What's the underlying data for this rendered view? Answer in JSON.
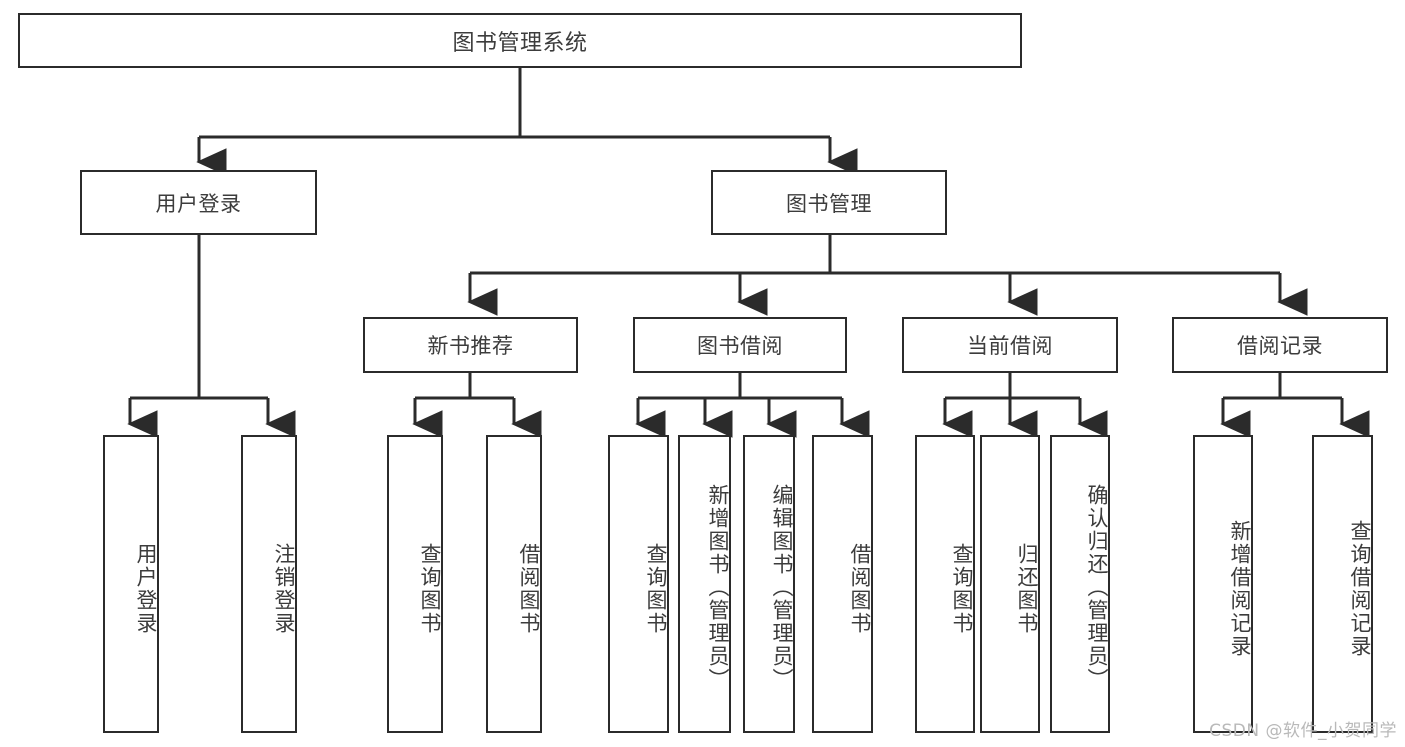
{
  "diagram": {
    "title": "图书管理系统",
    "type": "tree-hierarchy-chart",
    "line_color": "#2b2b2b",
    "box_fill": "#ffffff",
    "text_color": "#3c3c3c"
  },
  "root": {
    "label": "图书管理系统"
  },
  "level2": [
    {
      "label": "用户登录"
    },
    {
      "label": "图书管理"
    }
  ],
  "level3": [
    {
      "label": "新书推荐"
    },
    {
      "label": "图书借阅"
    },
    {
      "label": "当前借阅"
    },
    {
      "label": "借阅记录"
    }
  ],
  "leaves": {
    "user_login": [
      {
        "label": "用户登录"
      },
      {
        "label": "注销登录"
      }
    ],
    "new_book_recommend": [
      {
        "label": "查询图书"
      },
      {
        "label": "借阅图书"
      }
    ],
    "book_borrow": [
      {
        "label": "查询图书"
      },
      {
        "label": "新增图书（管理员）"
      },
      {
        "label": "编辑图书（管理员）"
      },
      {
        "label": "借阅图书"
      }
    ],
    "current_borrow": [
      {
        "label": "查询图书"
      },
      {
        "label": "归还图书"
      },
      {
        "label": "确认归还（管理员）"
      }
    ],
    "borrow_record": [
      {
        "label": "新增借阅记录"
      },
      {
        "label": "查询借阅记录"
      }
    ]
  },
  "watermark": {
    "text": "CSDN @软件_小贺同学"
  }
}
